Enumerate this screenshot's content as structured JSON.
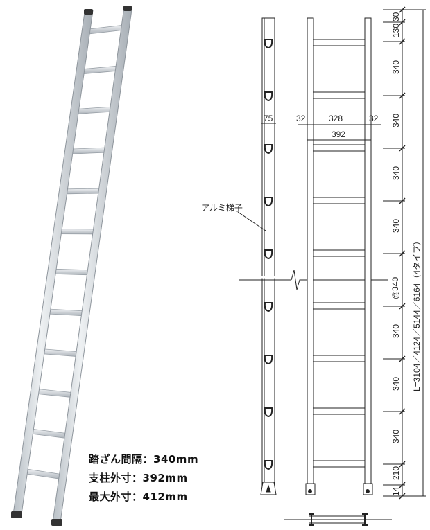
{
  "specs": {
    "tread_spacing": "踏ざん間隔：340mm",
    "rail_outer": "支柱外寸：392mm",
    "max_outer": "最大外寸：412mm"
  },
  "side_view": {
    "rail_width_label": "75",
    "material_label": "アルミ梯子",
    "break_pitch_label": "@340"
  },
  "front_view": {
    "left_offset": "32",
    "inner_width": "328",
    "right_offset": "32",
    "outer_width": "392"
  },
  "height_dims": {
    "segments": [
      "30",
      "130",
      "340",
      "340",
      "340",
      "340",
      "340",
      "340",
      "340",
      "210",
      "14"
    ],
    "total": "L=3104／4124／5144／6164（4タイプ）"
  },
  "colors": {
    "aluminum": "#d8dde2",
    "aluminum_shadow": "#a9b0b7",
    "line": "#222222"
  }
}
